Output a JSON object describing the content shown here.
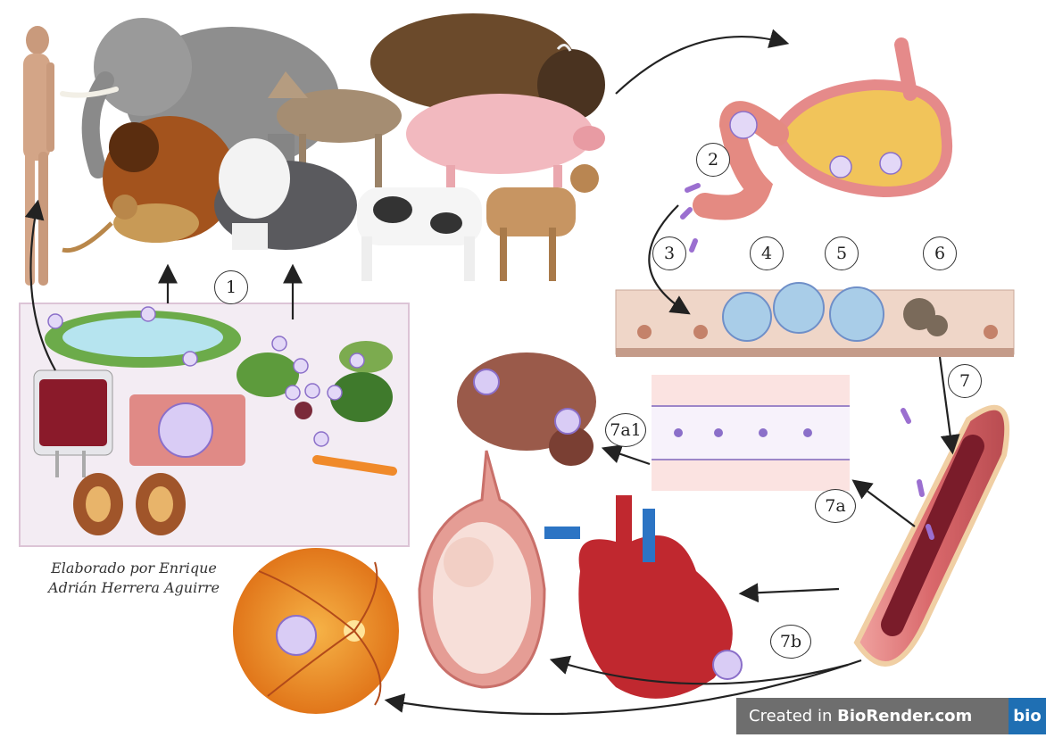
{
  "diagram": {
    "step_labels": {
      "s1": "1",
      "s2": "2",
      "s3": "3",
      "s4": "4",
      "s5": "5",
      "s6": "6",
      "s7": "7",
      "s7a": "7a",
      "s7a1": "7a1",
      "s7b": "7b"
    },
    "credit": {
      "line1": "Elaborado por Enrique",
      "line2": "Adrián Herrera Aguirre"
    },
    "watermark": {
      "prefix": "Created in ",
      "brand": "BioRender.com",
      "logo": "bio"
    },
    "colors": {
      "parasite": "#9b6fd0",
      "cyst_fill": "#c9b8ef",
      "vessel": "#d9686b",
      "tissue_panel": "#f3ecf3"
    }
  }
}
